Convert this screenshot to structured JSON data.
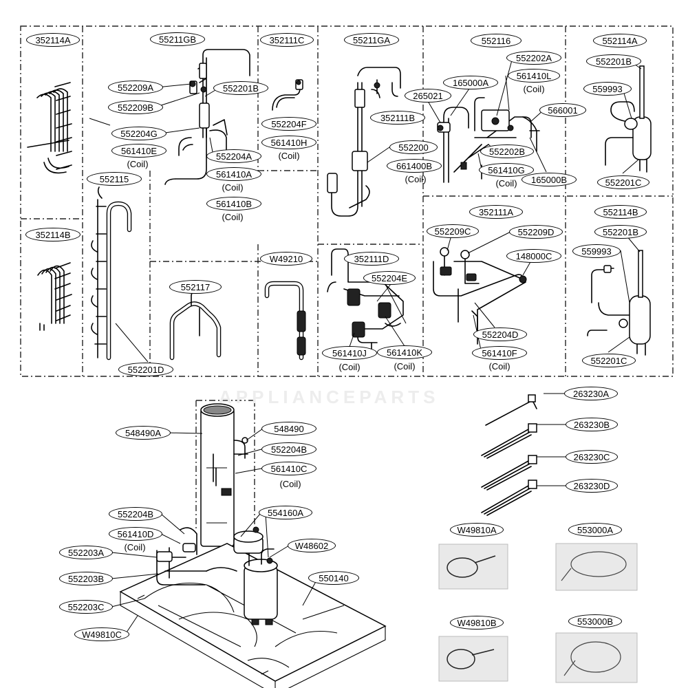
{
  "watermark": "APPLIANCEPARTS",
  "coil_note": "(Coil)",
  "callouts": [
    {
      "id": "c1",
      "text": "352114A"
    },
    {
      "id": "c2",
      "text": "55211GB"
    },
    {
      "id": "c3",
      "text": "352111C"
    },
    {
      "id": "c4",
      "text": "55211GA"
    },
    {
      "id": "c5",
      "text": "552116"
    },
    {
      "id": "c6",
      "text": "552114A"
    },
    {
      "id": "c7",
      "text": "552202A"
    },
    {
      "id": "c8",
      "text": "552201B"
    },
    {
      "id": "c9",
      "text": "552209A"
    },
    {
      "id": "c10",
      "text": "552201B"
    },
    {
      "id": "c11",
      "text": "165000A"
    },
    {
      "id": "c12",
      "text": "561410L"
    },
    {
      "id": "c13",
      "text": "265021"
    },
    {
      "id": "c14",
      "text": "559993"
    },
    {
      "id": "c15",
      "text": "552209B"
    },
    {
      "id": "c16",
      "text": "552204F"
    },
    {
      "id": "c17",
      "text": "352111B"
    },
    {
      "id": "c18",
      "text": "566001"
    },
    {
      "id": "c19",
      "text": "552204G"
    },
    {
      "id": "c20",
      "text": "561410H"
    },
    {
      "id": "c21",
      "text": "561410E"
    },
    {
      "id": "c22",
      "text": "552204A"
    },
    {
      "id": "c23",
      "text": "552200"
    },
    {
      "id": "c24",
      "text": "552202B"
    },
    {
      "id": "c25",
      "text": "661400B"
    },
    {
      "id": "c26",
      "text": "561410G"
    },
    {
      "id": "c27",
      "text": "561410A"
    },
    {
      "id": "c28",
      "text": "552115"
    },
    {
      "id": "c29",
      "text": "165000B"
    },
    {
      "id": "c30",
      "text": "552201C"
    },
    {
      "id": "c31",
      "text": "561410B"
    },
    {
      "id": "c32",
      "text": "352111A"
    },
    {
      "id": "c33",
      "text": "552114B"
    },
    {
      "id": "c34",
      "text": "352114B"
    },
    {
      "id": "c35",
      "text": "552209C"
    },
    {
      "id": "c36",
      "text": "552209D"
    },
    {
      "id": "c37",
      "text": "552201B"
    },
    {
      "id": "c38",
      "text": "559993"
    },
    {
      "id": "c39",
      "text": "W49210"
    },
    {
      "id": "c40",
      "text": "352111D"
    },
    {
      "id": "c41",
      "text": "148000C"
    },
    {
      "id": "c42",
      "text": "552204E"
    },
    {
      "id": "c43",
      "text": "552117"
    },
    {
      "id": "c44",
      "text": "552204D"
    },
    {
      "id": "c45",
      "text": "561410J"
    },
    {
      "id": "c46",
      "text": "561410K"
    },
    {
      "id": "c47",
      "text": "561410F"
    },
    {
      "id": "c48",
      "text": "552201C"
    },
    {
      "id": "c49",
      "text": "552201D"
    },
    {
      "id": "c50",
      "text": "263230A"
    },
    {
      "id": "c51",
      "text": "263230B"
    },
    {
      "id": "c52",
      "text": "548490A"
    },
    {
      "id": "c53",
      "text": "548490"
    },
    {
      "id": "c54",
      "text": "552204B"
    },
    {
      "id": "c55",
      "text": "263230C"
    },
    {
      "id": "c56",
      "text": "561410C"
    },
    {
      "id": "c57",
      "text": "263230D"
    },
    {
      "id": "c58",
      "text": "554160A"
    },
    {
      "id": "c59",
      "text": "552204B"
    },
    {
      "id": "c60",
      "text": "W49810A"
    },
    {
      "id": "c61",
      "text": "553000A"
    },
    {
      "id": "c62",
      "text": "561410D"
    },
    {
      "id": "c63",
      "text": "W48602"
    },
    {
      "id": "c64",
      "text": "552203A"
    },
    {
      "id": "c65",
      "text": "550140"
    },
    {
      "id": "c66",
      "text": "552203B"
    },
    {
      "id": "c67",
      "text": "552203C"
    },
    {
      "id": "c68",
      "text": "W49810C"
    },
    {
      "id": "c69",
      "text": "W49810B"
    },
    {
      "id": "c70",
      "text": "553000B"
    }
  ]
}
